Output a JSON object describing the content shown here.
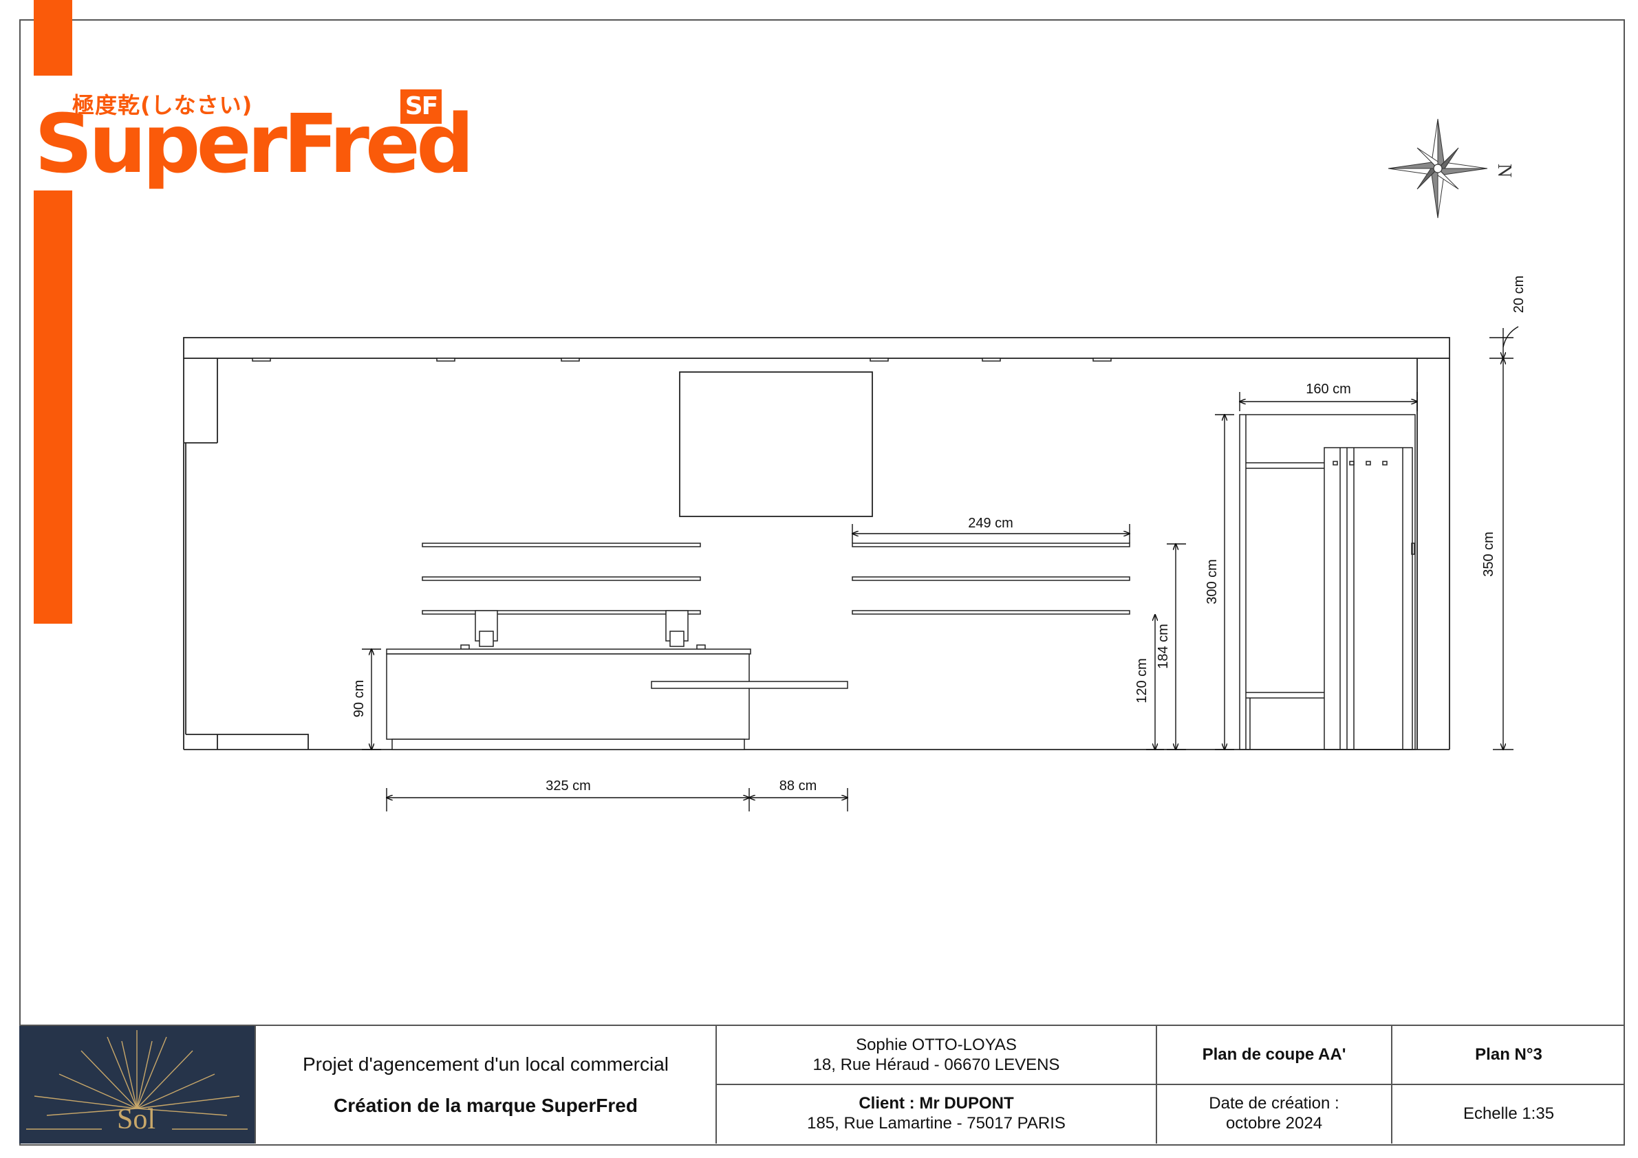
{
  "logo": {
    "subtitle": "極度乾(しなさい)",
    "name": "SuperFred",
    "badge": "SF"
  },
  "compass": {
    "north_label": "N"
  },
  "dimensions": {
    "d_20": "20 cm",
    "d_350": "350 cm",
    "d_160": "160 cm",
    "d_300": "300 cm",
    "d_249": "249 cm",
    "d_184": "184 cm",
    "d_120": "120 cm",
    "d_90": "90 cm",
    "d_325": "325 cm",
    "d_88": "88 cm"
  },
  "title_block": {
    "studio_logo": "Sol",
    "project_line1": "Projet d'agencement d'un local commercial",
    "project_line2": "Création de la marque SuperFred",
    "designer_name": "Sophie OTTO-LOYAS",
    "designer_address": "18, Rue Héraud - 06670 LEVENS",
    "client_name": "Client : Mr DUPONT",
    "client_address": "185, Rue Lamartine - 75017 PARIS",
    "plan_title": "Plan de coupe AA'",
    "date_label": "Date de création :",
    "date_value": "octobre 2024",
    "plan_number": "Plan N°3",
    "scale": "Echelle 1:35"
  },
  "colors": {
    "brand_orange": "#fa5a0a",
    "studio_navy": "#26344a",
    "studio_gold": "#c9a86a"
  }
}
